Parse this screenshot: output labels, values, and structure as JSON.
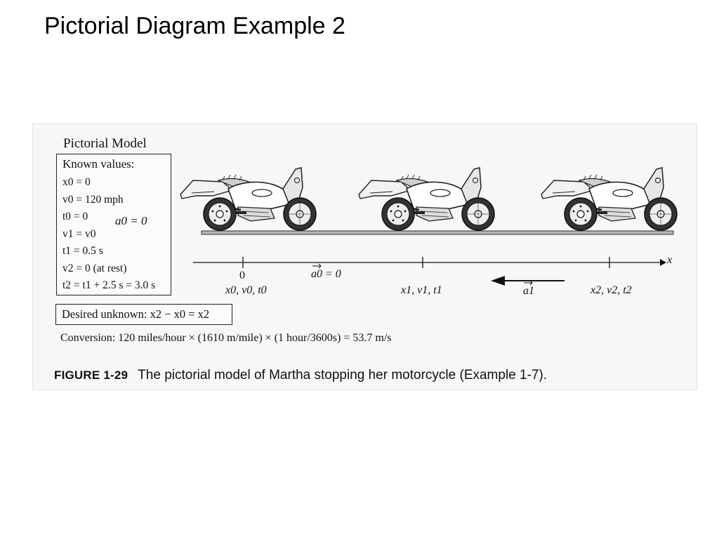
{
  "slide": {
    "title": "Pictorial Diagram Example 2"
  },
  "panel": {
    "title": "Pictorial Model",
    "known_heading": "Known values:",
    "known_values": [
      "x0 = 0",
      "v0 = 120 mph",
      "t0 = 0",
      "v1 = v0",
      "t1 = 0.5 s",
      "v2 = 0 (at rest)",
      "t2 = t1 + 2.5 s = 3.0 s"
    ],
    "a0_label": "a0 = 0",
    "desired_unknown": "Desired unknown: x2 − x0 = x2",
    "conversion": "Conversion: 120 miles/hour × (1610 m/mile) × (1 hour/3600s) = 53.7 m/s"
  },
  "axis": {
    "name": "x",
    "origin_tick": "0",
    "point_labels": [
      "x0, v0, t0",
      "x1, v1, t1",
      "x2, v2, t2"
    ],
    "accel_zero": "a0 = 0",
    "accel_vector": "a1"
  },
  "caption": {
    "label": "FIGURE 1-29",
    "text": "The pictorial model of Martha stopping her motorcycle (Example 1-7)."
  },
  "colors": {
    "ink": "#111111",
    "figure_bg": "#f7f7f7",
    "road": "#b5b5b5"
  }
}
